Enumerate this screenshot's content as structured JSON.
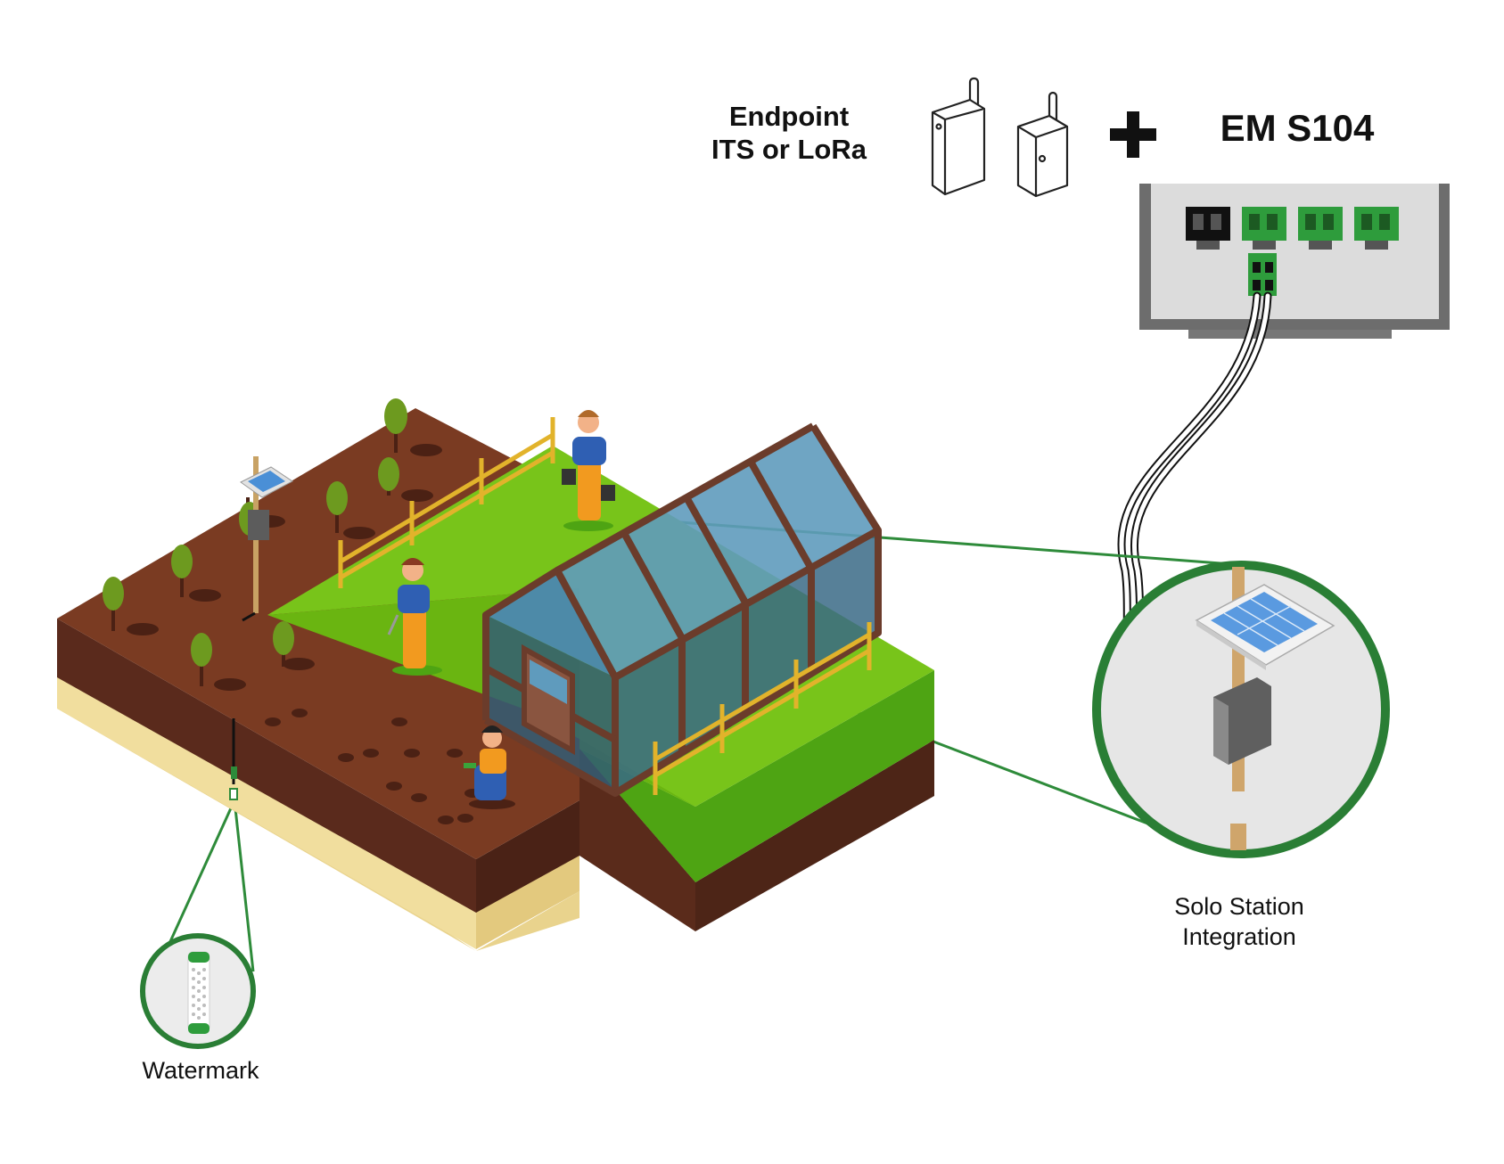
{
  "header": {
    "endpoint_line1": "Endpoint",
    "endpoint_line2": "ITS or LoRa",
    "plus_icon": "plus-icon",
    "em_title": "EM S104"
  },
  "callouts": {
    "solo_line1": "Solo Station",
    "solo_line2": "Integration",
    "watermark": "Watermark"
  },
  "icons": [
    "endpoint-its-device-icon",
    "endpoint-lora-device-icon",
    "plus-icon",
    "solar-panel-icon",
    "enclosure-box-icon",
    "watermark-sensor-icon"
  ],
  "colors": {
    "connector_green": "#2e8b3a",
    "grass": "#76c20f",
    "soil": "#5c2b1e",
    "sand": "#f0dc9b",
    "frame_brown": "#6b3c2b",
    "module_grey": "#dcdcdc",
    "fence": "#e2b32b",
    "callout_ring": "#2a7e35"
  }
}
